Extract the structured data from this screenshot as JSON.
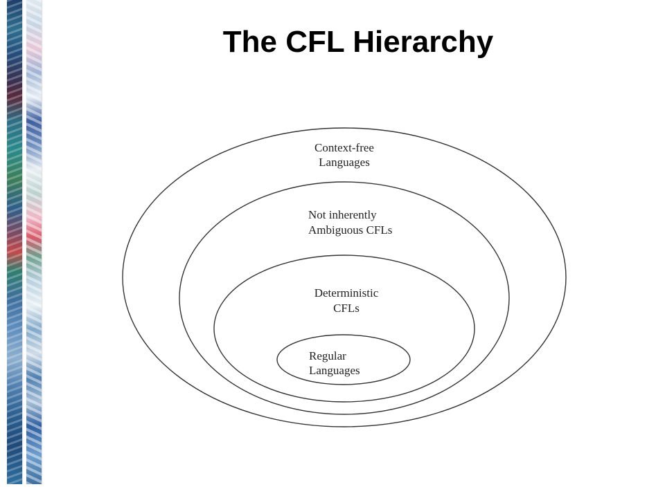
{
  "slide": {
    "title": "The CFL Hierarchy"
  },
  "diagram": {
    "regions": [
      {
        "id": "cfl",
        "lines": [
          "Context-free",
          "Languages"
        ]
      },
      {
        "id": "not-ambiguous",
        "lines": [
          "Not inherently",
          "Ambiguous CFLs"
        ]
      },
      {
        "id": "deterministic",
        "lines": [
          "Deterministic",
          "CFLs"
        ]
      },
      {
        "id": "regular",
        "lines": [
          "Regular",
          "Languages"
        ]
      }
    ]
  },
  "colors": {
    "stroke": "#333333",
    "text": "#222222"
  }
}
